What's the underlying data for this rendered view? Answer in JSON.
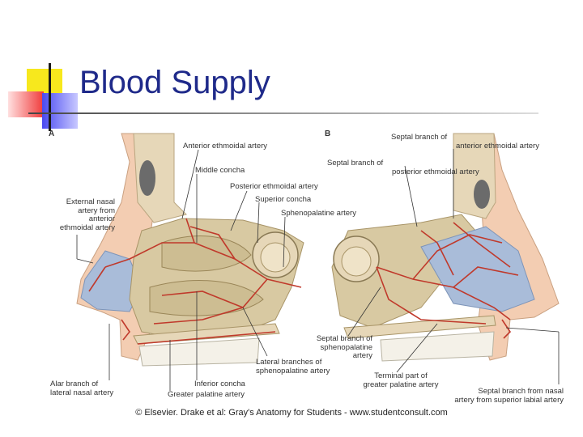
{
  "title": "Blood Supply",
  "panels": {
    "a": "A",
    "b": "B"
  },
  "labels_a": {
    "anterior_ethmoidal": "Anterior ethmoidal artery",
    "middle_concha": "Middle concha",
    "posterior_ethmoidal": "Posterior ethmoidal artery",
    "superior_concha": "Superior concha",
    "sphenopalatine": "Sphenopalatine artery",
    "external_nasal": [
      "External nasal",
      "artery from",
      "anterior",
      "ethmoidal artery"
    ],
    "alar_branch": [
      "Alar branch of",
      "lateral nasal artery"
    ],
    "inferior_concha": "Inferior concha",
    "greater_palatine": "Greater palatine artery",
    "lateral_branches": [
      "Lateral branches of",
      "sphenopalatine artery"
    ]
  },
  "labels_b": {
    "septal_anterior": [
      "Septal branch of",
      "anterior ethmoidal artery"
    ],
    "septal_posterior": [
      "Septal branch of",
      "posterior ethmoidal artery"
    ],
    "septal_spheno": [
      "Septal branch of",
      "sphenopalatine",
      "artery"
    ],
    "terminal_palatine": [
      "Terminal part of",
      "greater palatine artery"
    ],
    "septal_labial": [
      "Septal branch from nasal",
      "artery from superior labial artery"
    ]
  },
  "credit": "© Elsevier. Drake et al: Gray's Anatomy for Students - www.studentconsult.com",
  "colors": {
    "title": "#1f2a8a",
    "artery": "#c0392b",
    "bone": "#e6d7b8",
    "cartilage": "#a9bcd9",
    "skin": "#f3cdb2"
  }
}
